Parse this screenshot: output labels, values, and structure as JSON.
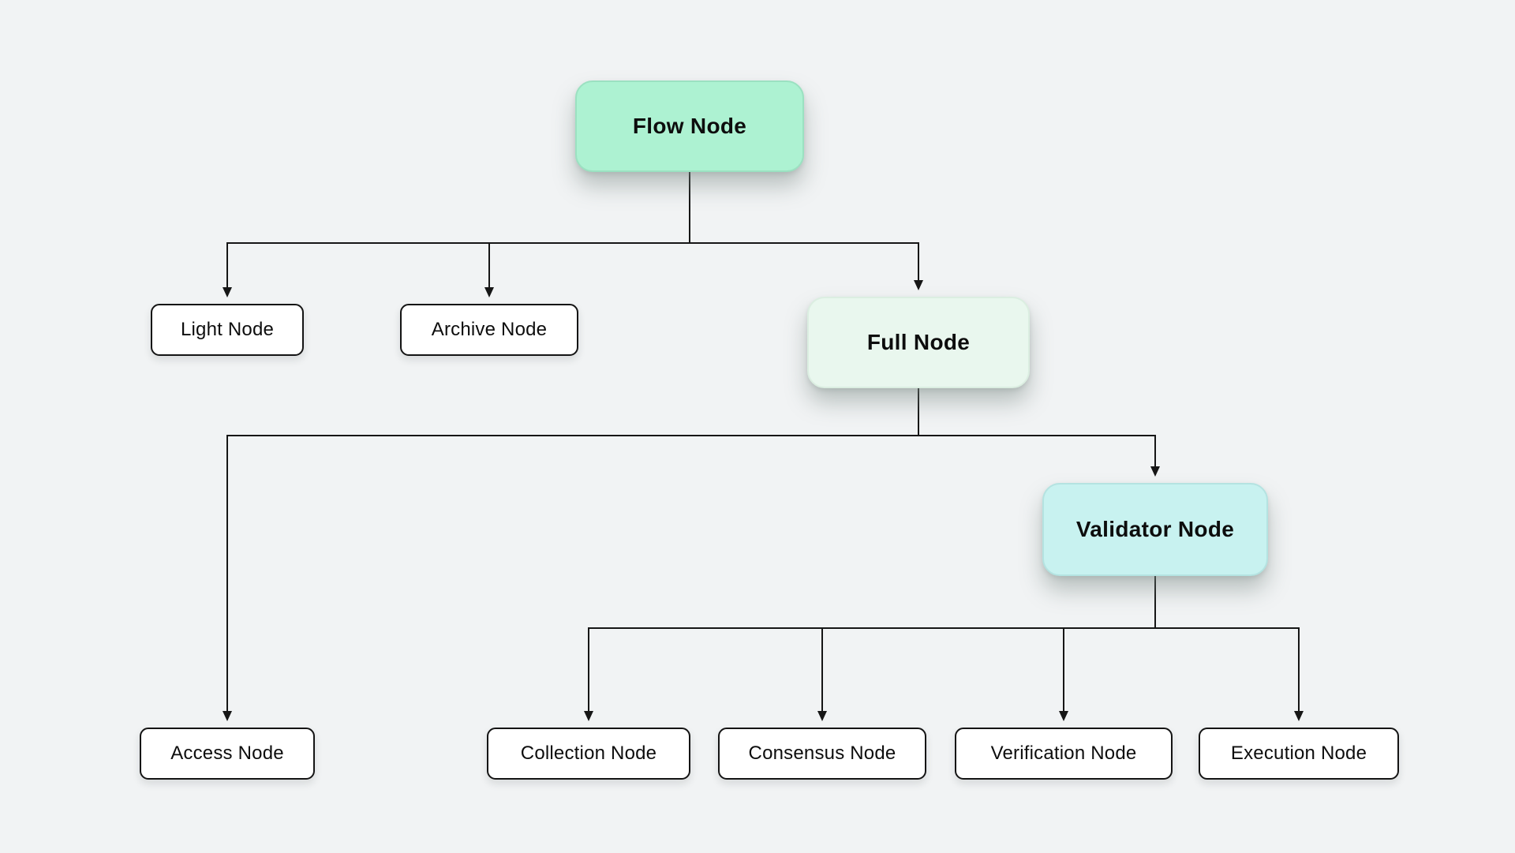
{
  "canvas": {
    "background": "#f1f3f4",
    "line_color": "#161616",
    "text_color": "#0d0d0d"
  },
  "nodes": {
    "flow": {
      "label": "Flow Node",
      "fill": "#adf2d2",
      "border": "#9be1c1"
    },
    "light": {
      "label": "Light Node",
      "fill": "#ffffff",
      "border": "#141414"
    },
    "archive": {
      "label": "Archive Node",
      "fill": "#ffffff",
      "border": "#141414"
    },
    "full": {
      "label": "Full Node",
      "fill": "#e9f7ee",
      "border": "#dbeee1"
    },
    "validator": {
      "label": "Validator Node",
      "fill": "#c8f2f0",
      "border": "#b4e3e1"
    },
    "access": {
      "label": "Access Node",
      "fill": "#ffffff",
      "border": "#141414"
    },
    "collection": {
      "label": "Collection Node",
      "fill": "#ffffff",
      "border": "#141414"
    },
    "consensus": {
      "label": "Consensus Node",
      "fill": "#ffffff",
      "border": "#141414"
    },
    "verification": {
      "label": "Verification Node",
      "fill": "#ffffff",
      "border": "#141414"
    },
    "execution": {
      "label": "Execution Node",
      "fill": "#ffffff",
      "border": "#141414"
    }
  },
  "edges": [
    {
      "from": "flow",
      "to": "light"
    },
    {
      "from": "flow",
      "to": "archive"
    },
    {
      "from": "flow",
      "to": "full"
    },
    {
      "from": "full",
      "to": "access"
    },
    {
      "from": "full",
      "to": "validator"
    },
    {
      "from": "validator",
      "to": "collection"
    },
    {
      "from": "validator",
      "to": "consensus"
    },
    {
      "from": "validator",
      "to": "verification"
    },
    {
      "from": "validator",
      "to": "execution"
    }
  ]
}
